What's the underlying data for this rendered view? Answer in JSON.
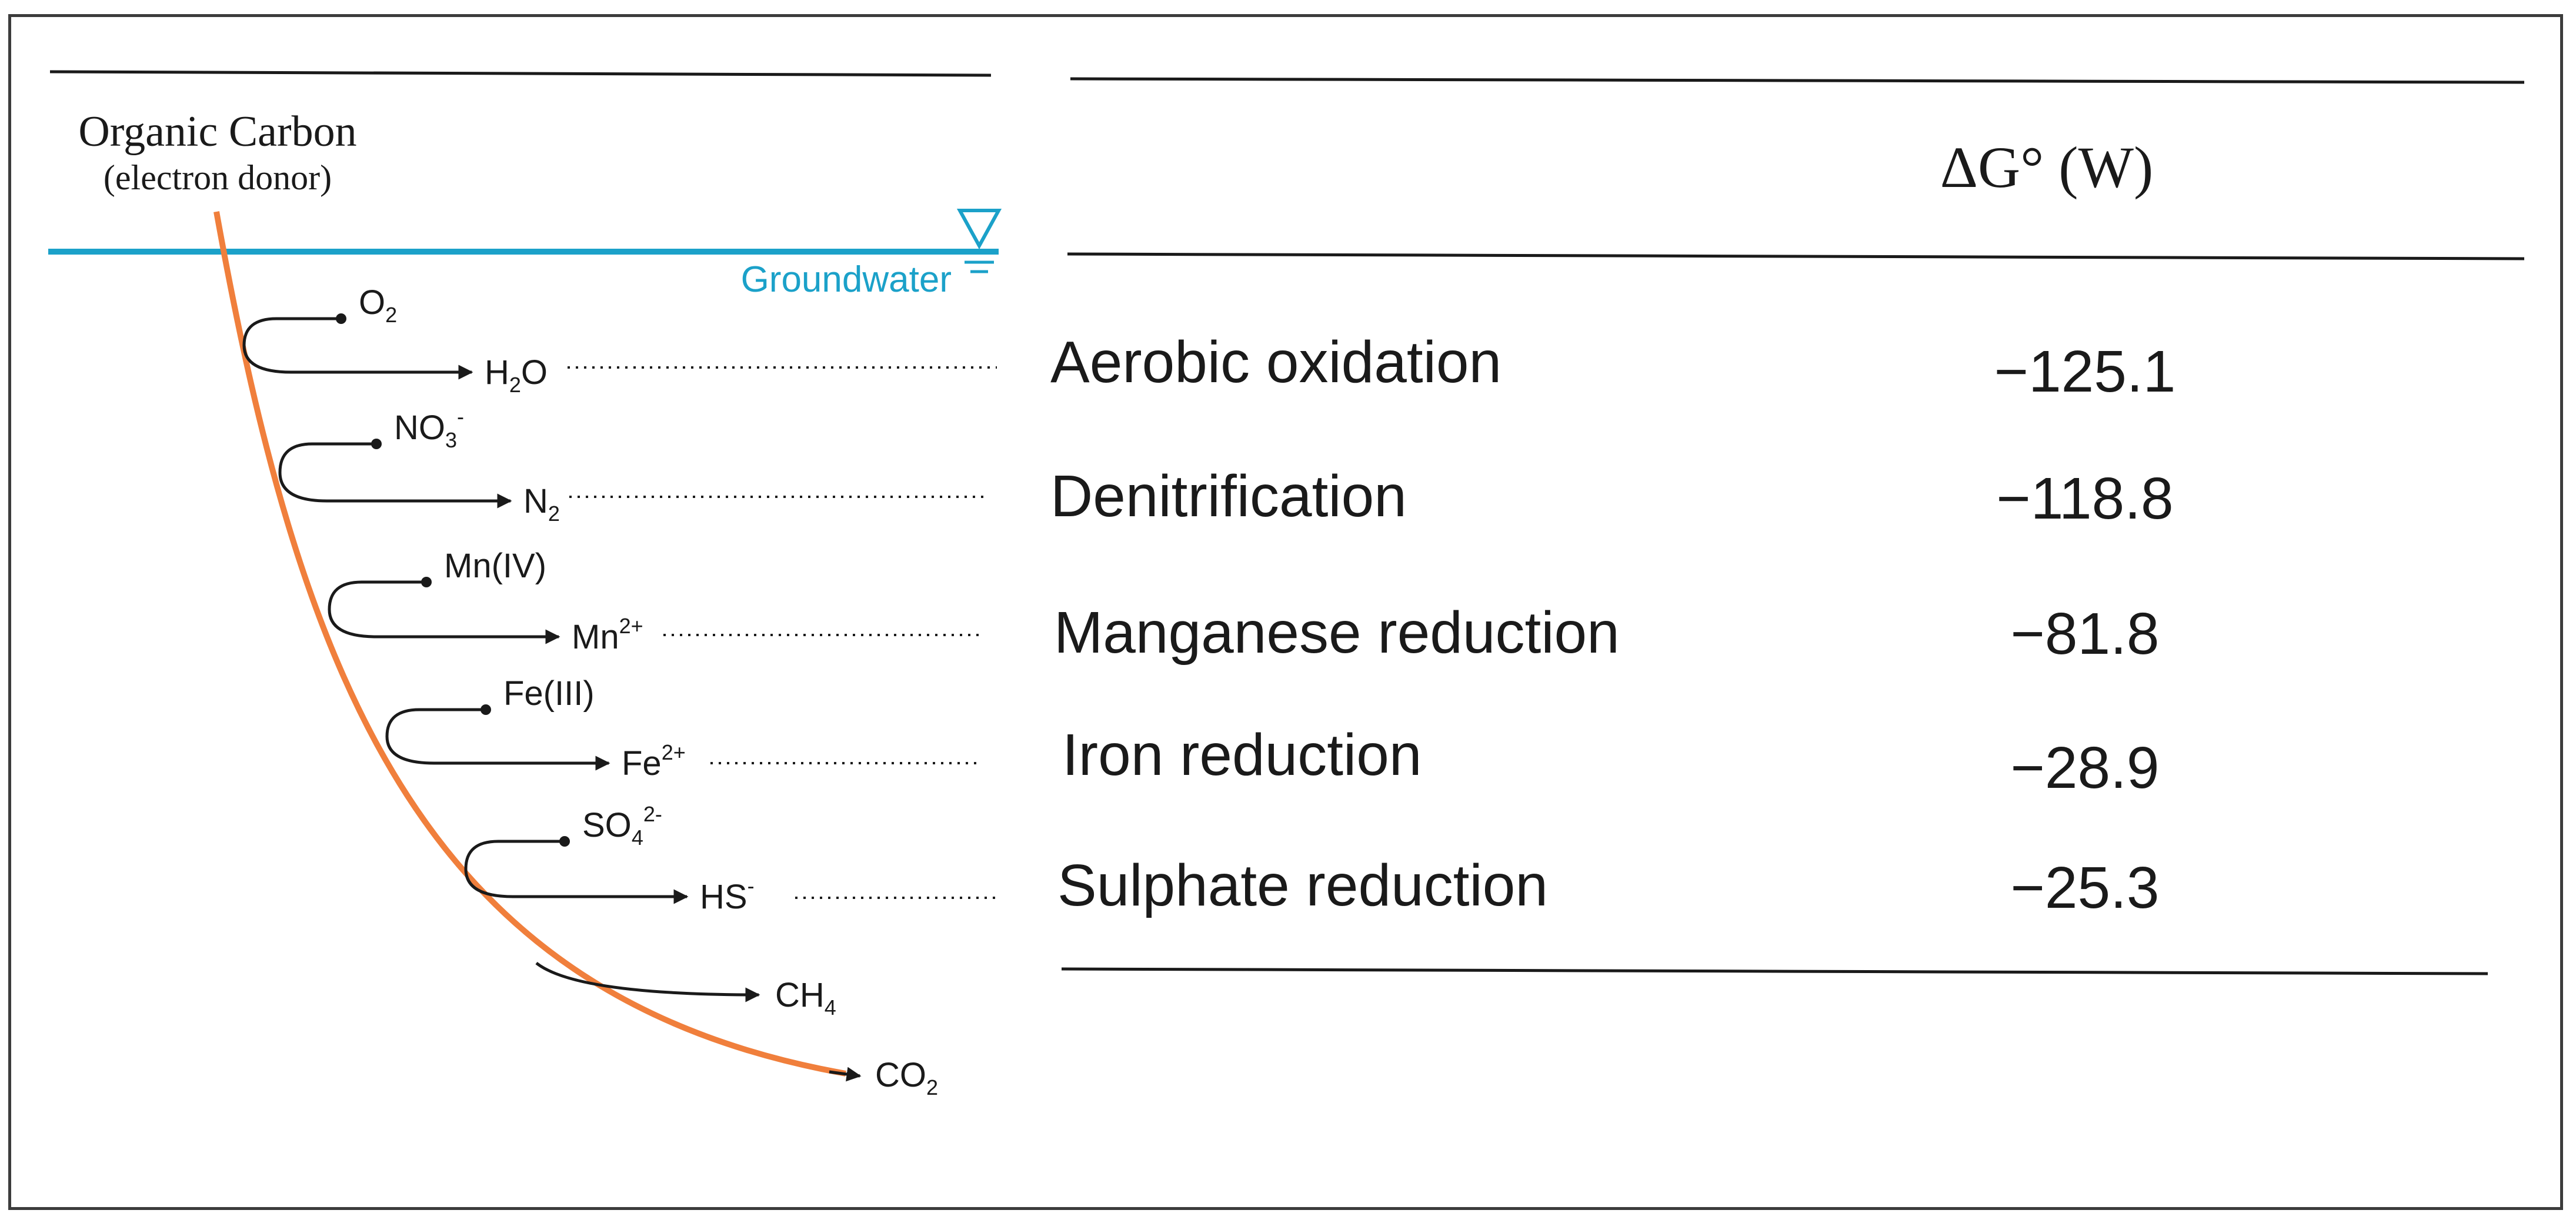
{
  "diagram": {
    "donor_title": "Organic Carbon",
    "donor_subtitle": "(electron donor)",
    "water_table_label": "Groundwater",
    "reactions": [
      {
        "oxidant": "O",
        "oxidant_sub": "2",
        "oxidant_sup": "",
        "oxidant_suffix": "",
        "product": "H",
        "product_sub": "2",
        "product_suffix": "O",
        "product_sup": ""
      },
      {
        "oxidant": "NO",
        "oxidant_sub": "3",
        "oxidant_sup": "-",
        "oxidant_suffix": "",
        "product": "N",
        "product_sub": "2",
        "product_suffix": "",
        "product_sup": ""
      },
      {
        "oxidant": "Mn(",
        "oxidant_sub": "",
        "oxidant_sup": "",
        "oxidant_suffix": "IV)",
        "product": "Mn",
        "product_sub": "",
        "product_suffix": "",
        "product_sup": "2+"
      },
      {
        "oxidant": "Fe(",
        "oxidant_sub": "",
        "oxidant_sup": "",
        "oxidant_suffix": "III)",
        "product": "Fe",
        "product_sub": "",
        "product_suffix": "",
        "product_sup": "2+"
      },
      {
        "oxidant": "SO",
        "oxidant_sub": "4",
        "oxidant_sup": "2-",
        "oxidant_suffix": "",
        "product": "HS",
        "product_sub": "",
        "product_suffix": "",
        "product_sup": "-"
      }
    ],
    "methane": {
      "text": "CH",
      "sub": "4"
    },
    "carbon_dioxide": {
      "text": "CO",
      "sub": "2"
    }
  },
  "table": {
    "header": "ΔG° (W)",
    "rows": [
      {
        "process": "Aerobic oxidation",
        "value": "−125.1"
      },
      {
        "process": "Denitrification",
        "value": "−118.8"
      },
      {
        "process": "Manganese reduction",
        "value": "−81.8"
      },
      {
        "process": "Iron reduction",
        "value": "−28.9"
      },
      {
        "process": "Sulphate reduction",
        "value": "−25.3"
      }
    ]
  },
  "colors": {
    "orange_curve": "#f07f3c",
    "groundwater": "#1ba1c9",
    "ink": "#1a1a1a"
  }
}
